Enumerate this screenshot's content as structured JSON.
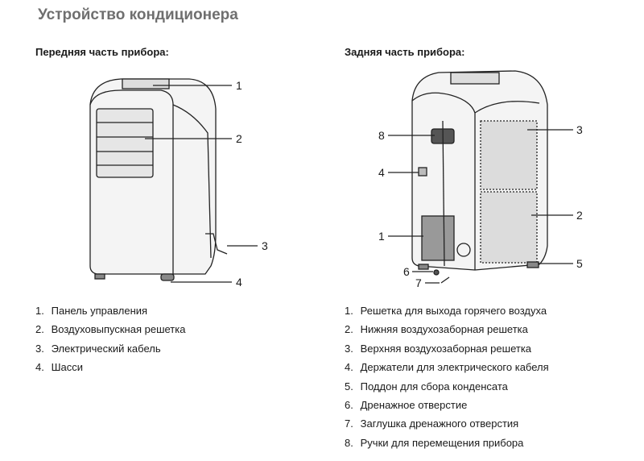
{
  "title": "Устройство кондиционера",
  "front": {
    "heading": "Передняя часть прибора:",
    "callouts": [
      "1",
      "2",
      "3",
      "4"
    ],
    "items": [
      {
        "n": "1.",
        "label": "Панель управления"
      },
      {
        "n": "2.",
        "label": "Воздуховыпускная решетка"
      },
      {
        "n": "3.",
        "label": "Электрический кабель"
      },
      {
        "n": "4.",
        "label": "Шасси"
      }
    ]
  },
  "back": {
    "heading": "Задняя часть прибора:",
    "callouts": [
      "8",
      "4",
      "1",
      "6",
      "7",
      "3",
      "2",
      "5"
    ],
    "items": [
      {
        "n": "1.",
        "label": "Решетка для выхода горячего воздуха"
      },
      {
        "n": "2.",
        "label": "Нижняя воздухозаборная решетка"
      },
      {
        "n": "3.",
        "label": "Верхняя воздухозаборная решетка"
      },
      {
        "n": "4.",
        "label": "Держатели для электрического кабеля"
      },
      {
        "n": "5.",
        "label": "Поддон для сбора конденсата"
      },
      {
        "n": "6.",
        "label": "Дренажное отверстие"
      },
      {
        "n": "7.",
        "label": "Заглушка дренажного отверстия"
      },
      {
        "n": "8.",
        "label": "Ручки для перемещения прибора"
      }
    ]
  }
}
